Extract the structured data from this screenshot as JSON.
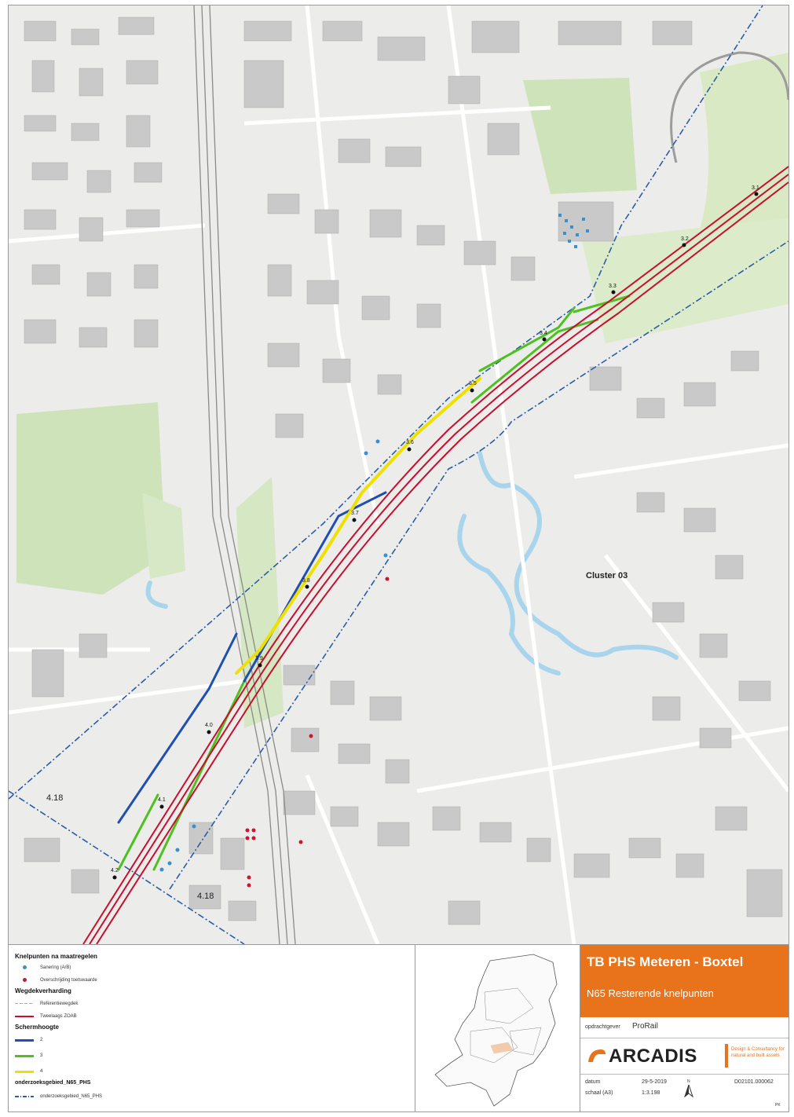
{
  "map": {
    "cluster_label": "Cluster 03",
    "area_labels": [
      "4.18",
      "4.18"
    ],
    "km_markers": [
      "3.1",
      "3.2",
      "3.3",
      "3.4",
      "3.5",
      "3.6",
      "3.7",
      "3.8",
      "3.9",
      "4.0",
      "4.1",
      "4.2"
    ],
    "colors": {
      "road_zoab": "#c8102e",
      "screen_2": "#1f4fb4",
      "screen_3": "#4cc21e",
      "screen_4": "#f0e000",
      "study_area": "#2b5ca8",
      "sanering": "#3a8fd1",
      "overschrijding": "#d0142c"
    }
  },
  "legend": {
    "section1_title": "Knelpunten na maatregelen",
    "sanering_label": "Sanering (A/B)",
    "overschrijding_label": "Overschrijding toetswaarde",
    "section2_title": "Wegdekverharding",
    "referentie_label": "Referentiewegdek",
    "zoab_label": "Tweelaags ZOAB",
    "section3_title": "Schermhoogte",
    "h2_label": "2",
    "h3_label": "3",
    "h4_label": "4",
    "section4_title": "onderzoeksgebied_N65_PHS",
    "area_label": "onderzoeksgebied_N65_PHS"
  },
  "titleblock": {
    "title": "TB PHS Meteren - Boxtel",
    "subtitle": "N65 Resterende knelpunten",
    "client_label": "opdrachtgever",
    "client": "ProRail",
    "logo_text": "ARCADIS",
    "logo_tagline": "Design & Consultancy for natural and built assets",
    "datum_label": "datum",
    "datum": "29-5-2019",
    "schaal_label": "schaal (A3)",
    "schaal": "1:3.198",
    "docnr": "D02101.000062",
    "north": "N",
    "page_code": "PK"
  }
}
